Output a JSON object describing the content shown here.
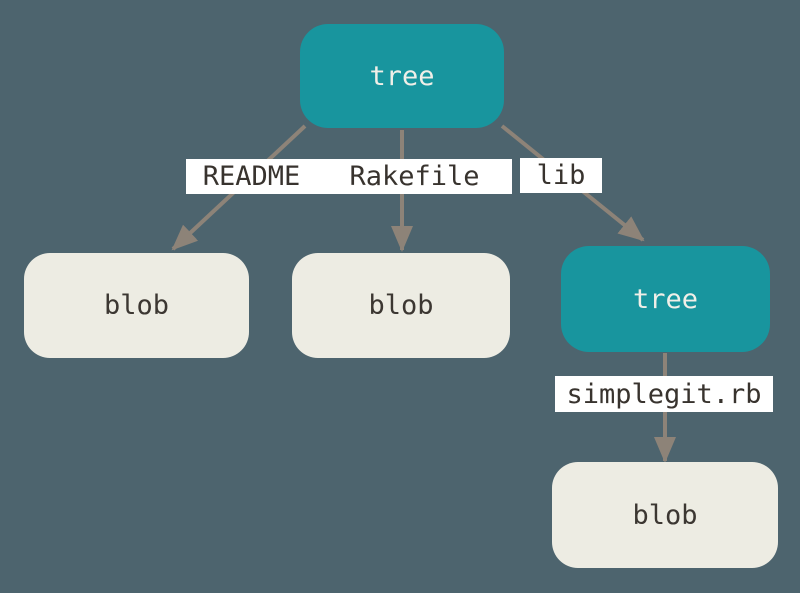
{
  "diagram": {
    "description": "git tree and blob objects",
    "colors": {
      "background": "#4d646e",
      "tree_fill": "#18959e",
      "blob_fill": "#edece3",
      "arrow": "#8d8378",
      "label_background": "#ffffff",
      "label_text": "#38332e",
      "tree_text": "#f0efe8",
      "blob_text": "#3c3732"
    },
    "nodes": {
      "root_tree": {
        "label": "tree"
      },
      "readme_blob": {
        "label": "blob"
      },
      "rakefile_blob": {
        "label": "blob"
      },
      "lib_tree": {
        "label": "tree"
      },
      "simplegit_blob": {
        "label": "blob"
      }
    },
    "edge_labels": {
      "readme": "README",
      "rakefile": "Rakefile",
      "lib": "lib",
      "simplegit": "simplegit.rb"
    }
  }
}
